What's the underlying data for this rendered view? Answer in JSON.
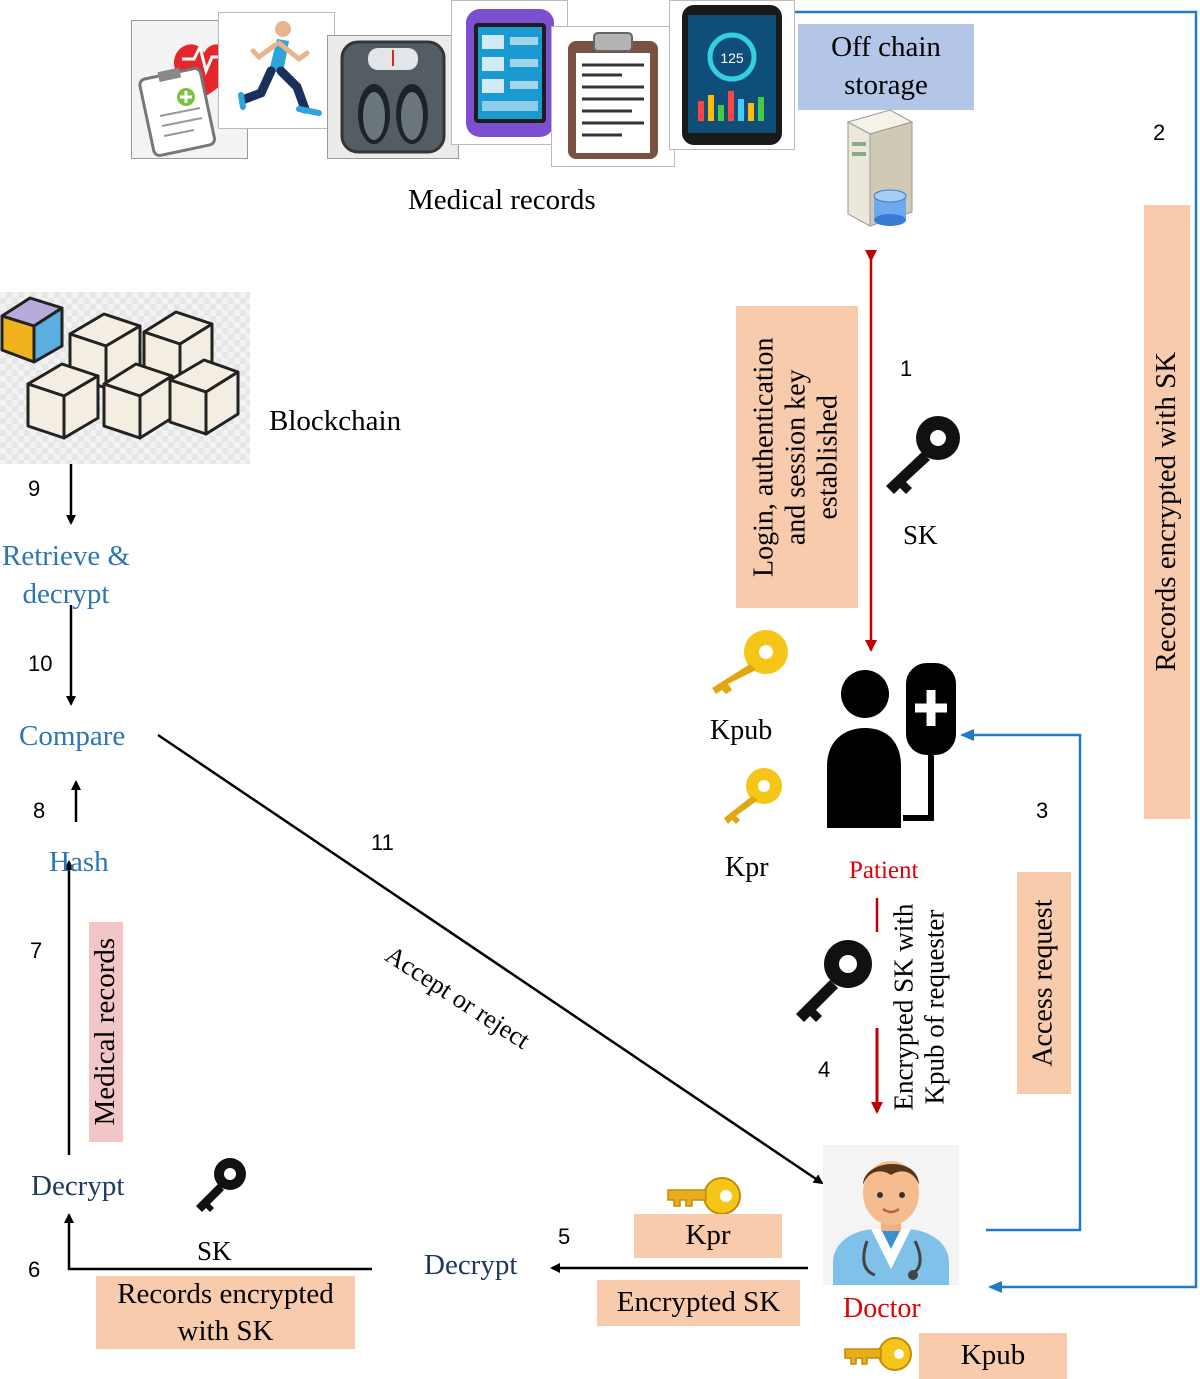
{
  "medical_records_label": "Medical records",
  "off_chain_storage": "Off chain\nstorage",
  "blockchain_label": "Blockchain",
  "steps": {
    "s1": "1",
    "s2": "2",
    "s3": "3",
    "s4": "4",
    "s5": "5",
    "s6": "6",
    "s7": "7",
    "s8": "8",
    "s9": "9",
    "s10": "10",
    "s11": "11"
  },
  "login_auth": "Login, authentication\nand session key\nestablished",
  "records_encrypted_sk_vertical": "Records encrypted with SK",
  "sk_top": "SK",
  "kpub_patient": "Kpub",
  "kpr_patient": "Kpr",
  "patient_label": "Patient",
  "encrypted_sk_kpub": "Encrypted SK with\nKpub of requester",
  "access_request": "Access request",
  "retrieve_decrypt": "Retrieve &\ndecrypt",
  "compare": "Compare",
  "hash": "Hash",
  "medical_records_vertical": "Medical records",
  "decrypt_left": "Decrypt",
  "sk_bottom": "SK",
  "records_encrypted_sk_box": "Records encrypted\nwith SK",
  "decrypt_middle": "Decrypt",
  "kpr_doctor": "Kpr",
  "encrypted_sk": "Encrypted SK",
  "doctor_label": "Doctor",
  "kpub_doctor": "Kpub",
  "accept_reject": "Accept or reject",
  "phone_reading": "125",
  "colors": {
    "red_arrow": "#c00000",
    "blue_arrow": "#1f7ac8",
    "peach": "#f9cbad",
    "storage_blue": "#b4c6e7",
    "gold_key": "#f5c518",
    "patient_red": "#e00000",
    "step_blue": "#2e75b6"
  },
  "icons": [
    "health-clipboard-heart-icon",
    "runner-icon",
    "weight-scale-icon",
    "fitness-band-icon",
    "clipboard-record-icon",
    "phone-health-app-icon",
    "server-database-icon",
    "blockchain-cubes-icon",
    "black-key-icon",
    "gold-key-icon",
    "patient-icon",
    "doctor-avatar-icon"
  ]
}
